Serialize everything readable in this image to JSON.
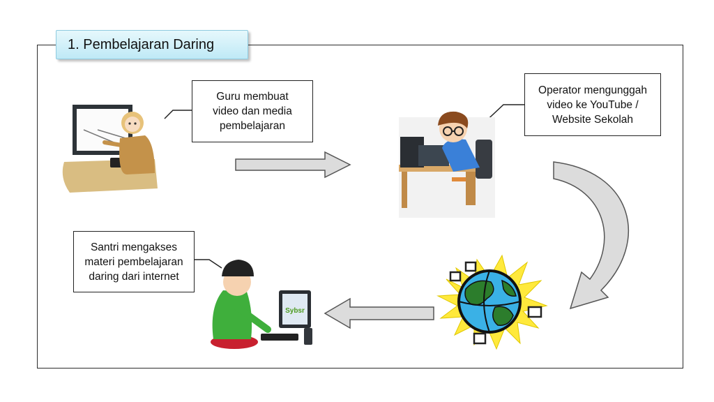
{
  "title": "1. Pembelajaran Daring",
  "steps": [
    {
      "lines": [
        "Guru membuat",
        "video dan media",
        "pembelajaran"
      ]
    },
    {
      "lines": [
        "Operator mengunggah",
        "video ke YouTube /",
        "Website Sekolah"
      ]
    },
    {
      "lines": [
        "Santri mengakses",
        "materi pembelajaran",
        "daring dari internet"
      ]
    }
  ],
  "screen_logo_text": "Sybsr",
  "colors": {
    "title_bg": "#bfe9f6",
    "arrow_fill": "#dcdcdc",
    "arrow_stroke": "#555555"
  }
}
